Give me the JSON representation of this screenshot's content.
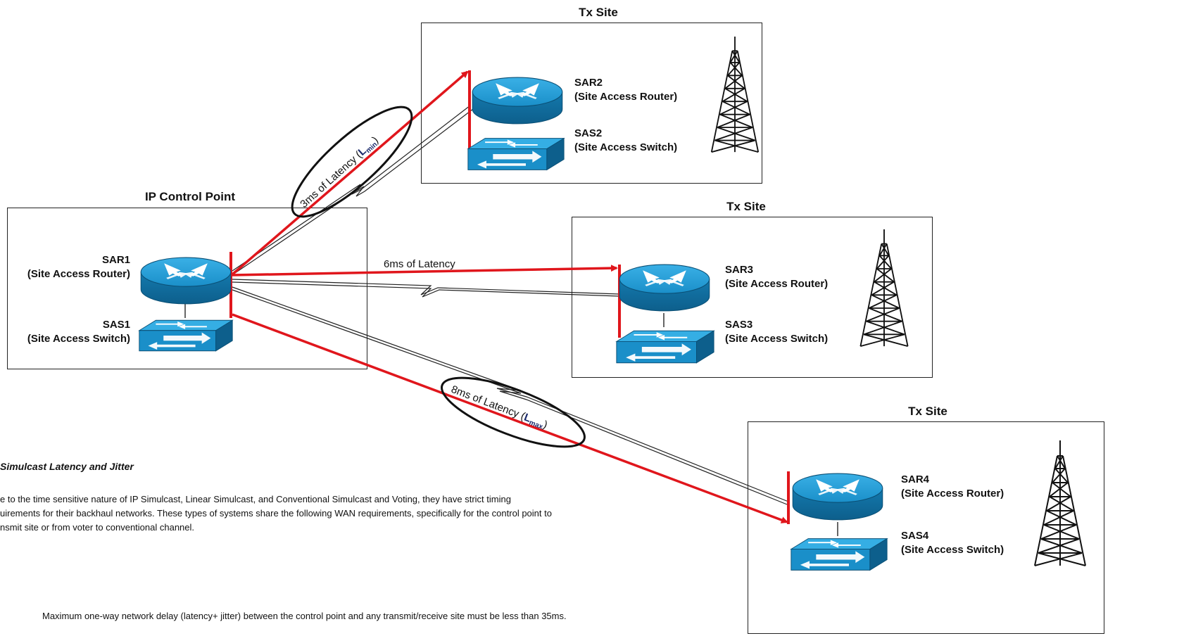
{
  "sites": {
    "control": {
      "title": "IP Control Point",
      "router_name": "SAR1",
      "router_desc": "(Site Access Router)",
      "switch_name": "SAS1",
      "switch_desc": "(Site Access Switch)"
    },
    "tx1": {
      "title": "Tx Site",
      "router_name": "SAR2",
      "router_desc": "(Site Access Router)",
      "switch_name": "SAS2",
      "switch_desc": "(Site Access Switch)"
    },
    "tx2": {
      "title": "Tx Site",
      "router_name": "SAR3",
      "router_desc": "(Site Access Router)",
      "switch_name": "SAS3",
      "switch_desc": "(Site Access Switch)"
    },
    "tx3": {
      "title": "Tx Site",
      "router_name": "SAR4",
      "router_desc": "(Site Access Router)",
      "switch_name": "SAS4",
      "switch_desc": "(Site Access Switch)"
    }
  },
  "links": {
    "lmin": {
      "text": "3ms of Latency (",
      "sym": "L",
      "sub": "min",
      "close": ")"
    },
    "mid": {
      "text": "6ms of Latency"
    },
    "lmax": {
      "text": "8ms of Latency (",
      "sym": "L",
      "sub": "max",
      "close": ")"
    }
  },
  "text": {
    "heading": "Simulcast Latency and Jitter",
    "para_line1": "e to the time sensitive nature of IP Simulcast, Linear Simulcast, and Conventional Simulcast and Voting, they have strict timing",
    "para_line2": "uirements for their backhaul networks.  These types of systems share the following WAN requirements, specifically for the control point to",
    "para_line3": "nsmit site or from voter to conventional channel.",
    "bullet": "Maximum one-way network delay (latency+ jitter) between the control point and any transmit/receive site must be less than 35ms."
  },
  "colors": {
    "link_red": "#e0161c",
    "device_blue": "#1a8fc9",
    "device_dark": "#0d5f8c",
    "wan_line": "#222222"
  }
}
